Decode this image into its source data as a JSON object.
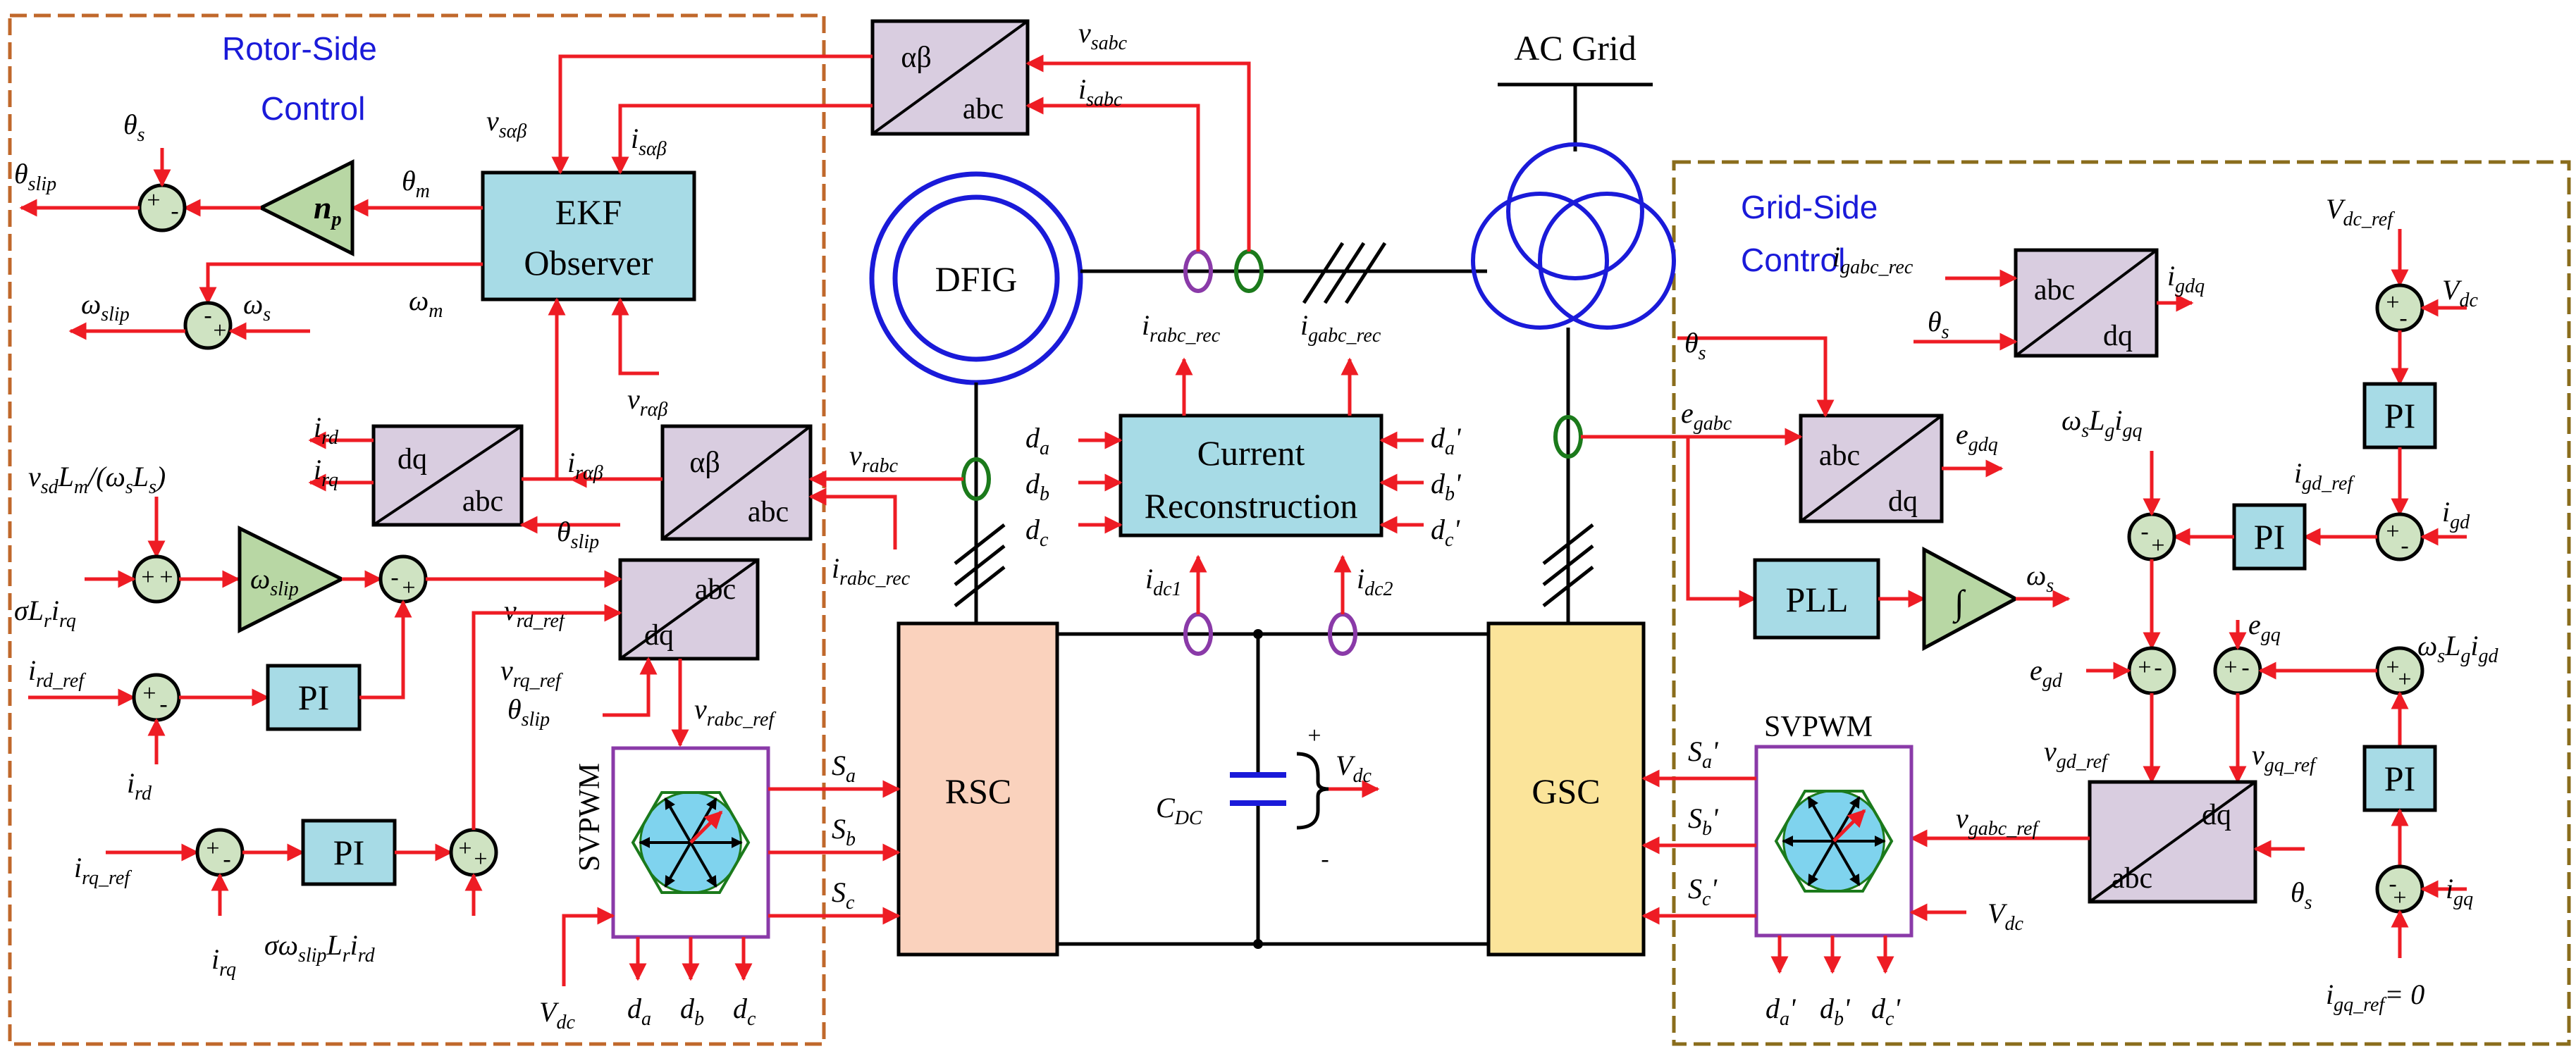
{
  "regions": {
    "rotor_title_1": "Rotor-Side",
    "rotor_title_2": "Control",
    "grid_title_1": "Grid-Side",
    "grid_title_2": "Control",
    "ac_grid": "AC Grid"
  },
  "blocks": {
    "ekf_1": "EKF",
    "ekf_2": "Observer",
    "dfig": "DFIG",
    "cr_1": "Current",
    "cr_2": "Reconstruction",
    "rsc": "RSC",
    "gsc": "GSC",
    "pll": "PLL",
    "pi": "PI",
    "integrator": "∫",
    "svpwm": "SVPWM",
    "np": "n",
    "np_sub": "p",
    "omega_slip_gain": "ω",
    "omega_slip_gain_sub": "slip",
    "ab": "αβ",
    "abc": "abc",
    "dq": "dq",
    "cdc": "C",
    "cdc_sub": "DC"
  },
  "signals": {
    "theta_s": "θ",
    "theta_s_sub": "s",
    "theta_slip": "θ",
    "theta_slip_sub": "slip",
    "theta_m": "θ",
    "theta_m_sub": "m",
    "omega_m": "ω",
    "omega_m_sub": "m",
    "omega_slip": "ω",
    "omega_slip_sub": "slip",
    "omega_s": "ω",
    "omega_s_sub": "s",
    "v_sab": "v",
    "v_sab_sub": "sαβ",
    "i_sab": "i",
    "i_sab_sub": "sαβ",
    "v_rab": "v",
    "v_rab_sub": "rαβ",
    "i_rab": "i",
    "i_rab_sub": "rαβ",
    "v_sabc": "v",
    "v_sabc_sub": "sabc",
    "i_sabc": "i",
    "i_sabc_sub": "sabc",
    "v_rabc": "v",
    "v_rabc_sub": "rabc",
    "i_rabc_rec": "i",
    "i_rabc_rec_sub": "rabc_rec",
    "i_gabc_rec": "i",
    "i_gabc_rec_sub": "gabc_rec",
    "i_rd": "i",
    "i_rd_sub": "rd",
    "i_rq": "i",
    "i_rq_sub": "rq",
    "ff_d": "v",
    "ff_d_sub": "sd",
    "ff_d_mid": "L",
    "ff_d_mid_sub": "m",
    "ff_d_tail": "/(ω",
    "ff_d_tail_sub": "s",
    "ff_d_end": "L",
    "ff_d_end_sub": "s",
    "ff_d_close": ")",
    "sigma_lr_irq": "σL",
    "sigma_lr_irq_sub": "r",
    "sigma_lr_irq_i": "i",
    "sigma_lr_irq_i_sub": "rq",
    "i_rd_ref": "i",
    "i_rd_ref_sub": "rd_ref",
    "i_rq_ref": "i",
    "i_rq_ref_sub": "rq_ref",
    "v_rd_ref": "v",
    "v_rd_ref_sub": "rd_ref",
    "v_rq_ref": "v",
    "v_rq_ref_sub": "rq_ref",
    "v_rabc_ref": "v",
    "v_rabc_ref_sub": "rabc_ref",
    "sigma_slip": "σω",
    "sigma_slip_sub": "slip",
    "sigma_slip_L": "L",
    "sigma_slip_L_sub": "r",
    "sigma_slip_i": "i",
    "sigma_slip_i_sub": "rd",
    "v_dc": "V",
    "v_dc_sub": "dc",
    "d_a": "d",
    "d_a_sub": "a",
    "d_b": "d",
    "d_b_sub": "b",
    "d_c": "d",
    "d_c_sub": "c",
    "d_a_p": "d",
    "d_a_p_sub": "a",
    "prime": "'",
    "d_b_p": "d",
    "d_b_p_sub": "b",
    "d_c_p": "d",
    "d_c_p_sub": "c",
    "s_a": "S",
    "s_a_sub": "a",
    "s_b": "S",
    "s_b_sub": "b",
    "s_c": "S",
    "s_c_sub": "c",
    "i_dc1": "i",
    "i_dc1_sub": "dc1",
    "i_dc2": "i",
    "i_dc2_sub": "dc2",
    "i_gabc_rec2": "i",
    "i_gabc_rec2_sub": "gabc_rec",
    "i_gdq": "i",
    "i_gdq_sub": "gdq",
    "e_gabc": "e",
    "e_gabc_sub": "gabc",
    "e_gdq": "e",
    "e_gdq_sub": "gdq",
    "v_dc_ref": "V",
    "v_dc_ref_sub": "dc_ref",
    "i_gd_ref": "i",
    "i_gd_ref_sub": "gd_ref",
    "i_gd": "i",
    "i_gd_sub": "gd",
    "i_gq": "i",
    "i_gq_sub": "gq",
    "i_gq_ref": "i",
    "i_gq_ref_sub": "gq_ref",
    "i_gq_ref_val": "= 0",
    "ws_lg_igq": "ω",
    "ws_lg_igq_sub": "s",
    "ws_lg_igq_L": "L",
    "ws_lg_igq_L_sub": "g",
    "ws_lg_igq_i": "i",
    "ws_lg_igq_i_sub": "gq",
    "ws_lg_igd": "ω",
    "ws_lg_igd_sub": "s",
    "ws_lg_igd_L": "L",
    "ws_lg_igd_L_sub": "g",
    "ws_lg_igd_i": "i",
    "ws_lg_igd_i_sub": "gd",
    "e_gd": "e",
    "e_gd_sub": "gd",
    "e_gq": "e",
    "e_gq_sub": "gq",
    "v_gd_ref": "v",
    "v_gd_ref_sub": "gd_ref",
    "v_gq_ref": "v",
    "v_gq_ref_sub": "gq_ref",
    "v_gabc_ref": "v",
    "v_gabc_ref_sub": "gabc_ref"
  },
  "signs": {
    "plus": "+",
    "minus": "-"
  },
  "colors": {
    "ekf_fill": "#a7dbe6",
    "cr_fill": "#a7dbe6",
    "pi_fill": "#a7dbe6",
    "transform_fill": "#d9cde0",
    "sum_fill": "#cfe3c2",
    "gain_fill": "#b8d7a4",
    "rsc_fill": "#fad2bd",
    "gsc_fill": "#fbe49a",
    "wire_red": "#ee1c24",
    "rotor_border": "#c0682b",
    "grid_border": "#8a6d1c",
    "title_blue": "#1a1ad9",
    "dfig_blue": "#1a1ad9",
    "svpwm_border": "#8a3aa8",
    "sensor_purple": "#8a3aa8",
    "sensor_green": "#1b7a1b"
  }
}
